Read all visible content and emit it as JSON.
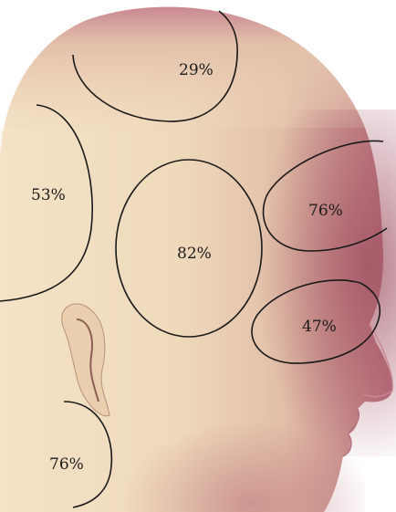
{
  "image": {
    "subject": "3D rendered human head, side view, with outlined regions",
    "colors": {
      "background": "#ffffff",
      "skin_light": "#f2dfc0",
      "skin_mid": "#e2c1a6",
      "skin_shadow": "#a45a67",
      "outline": "#1a1a1a",
      "label": "#1b1b1b"
    }
  },
  "regions": [
    {
      "id": "crown",
      "label": "29%"
    },
    {
      "id": "back-of-head",
      "label": "53%"
    },
    {
      "id": "temple-center",
      "label": "82%"
    },
    {
      "id": "forehead",
      "label": "76%"
    },
    {
      "id": "cheek",
      "label": "47%"
    },
    {
      "id": "neck",
      "label": "76%"
    }
  ]
}
